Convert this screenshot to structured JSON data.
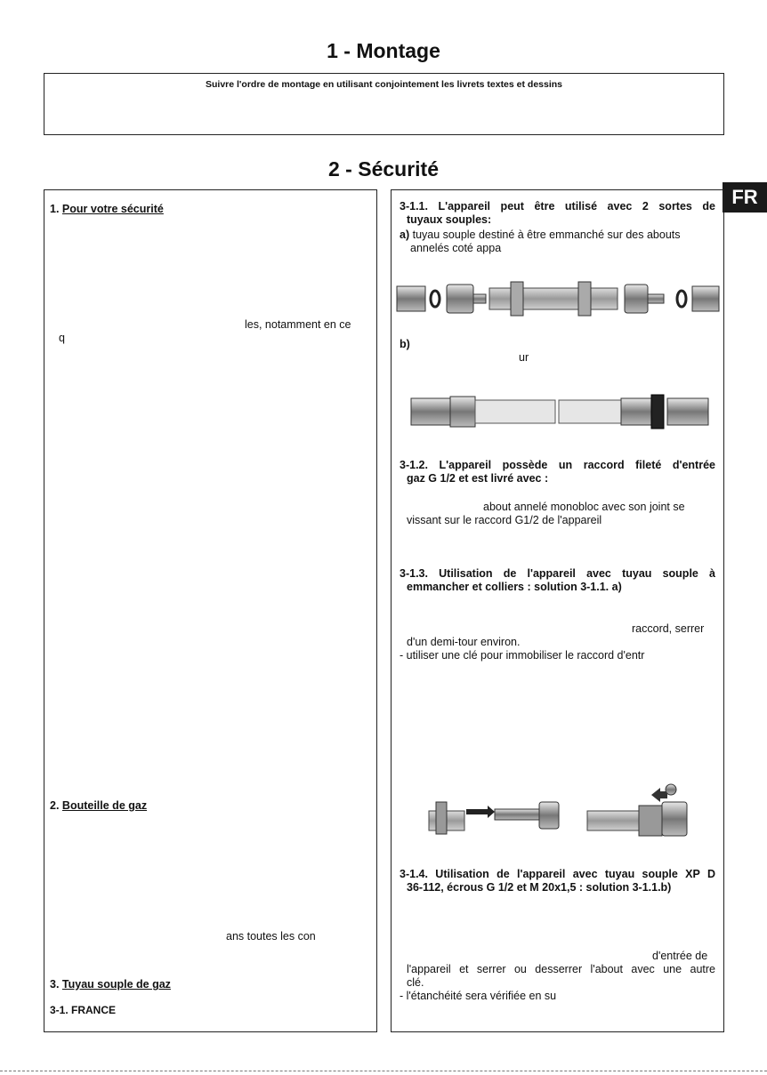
{
  "headings": {
    "montage": "1 - Montage",
    "securite": "2 - Sécurité"
  },
  "montage_note": "Suivre l'ordre de montage en utilisant conjointement les livrets textes et dessins",
  "lang_badge": "FR",
  "left": {
    "s1_num": "1.",
    "s1_title": "Pour votre sécurité",
    "frag1": "les, notamment en ce",
    "frag2": "q",
    "s2_num": "2.",
    "s2_title": "Bouteille de gaz",
    "frag3": "ans toutes les con",
    "s3_num": "3.",
    "s3_title": "Tuyau souple de gaz",
    "s31": "3-1. FRANCE"
  },
  "right": {
    "p311_l1": "3-1.1. L'appareil peut être utilisé avec 2 sortes de",
    "p311_l2": "tuyaux souples:",
    "a_label": "a)",
    "a_l1": "tuyau souple destiné à être emmanché sur des abouts",
    "a_l2": "annelés coté appa",
    "b_label": "b)",
    "b_frag": "ur",
    "p312_l1": "3-1.2. L'appareil possède un raccord fileté d'entrée",
    "p312_l2": "gaz G 1/2 et est livré avec :",
    "p312_t1": "about annelé monobloc avec son joint se",
    "p312_t2": "vissant sur le raccord G1/2 de l'appareil",
    "p313_l1": "3-1.3. Utilisation de l'appareil avec tuyau souple à",
    "p313_l2": "emmancher et colliers : solution 3-1.1. a)",
    "p313_t1": "raccord, serrer",
    "p313_t2": "d'un demi-tour environ.",
    "p313_t3": "- utiliser une clé pour immobiliser le raccord d'entr",
    "p314_l1": "3-1.4. Utilisation de l'appareil avec tuyau souple XP D",
    "p314_l2": "36-112, écrous G 1/2 et M 20x1,5 : solution 3-1.1.b)",
    "p314_t1": "d'entrée de",
    "p314_t2": "l'appareil et serrer ou desserrer l'about avec une autre",
    "p314_t3": "clé.",
    "p314_t4": "- l'étanchéité sera vérifiée en su"
  }
}
